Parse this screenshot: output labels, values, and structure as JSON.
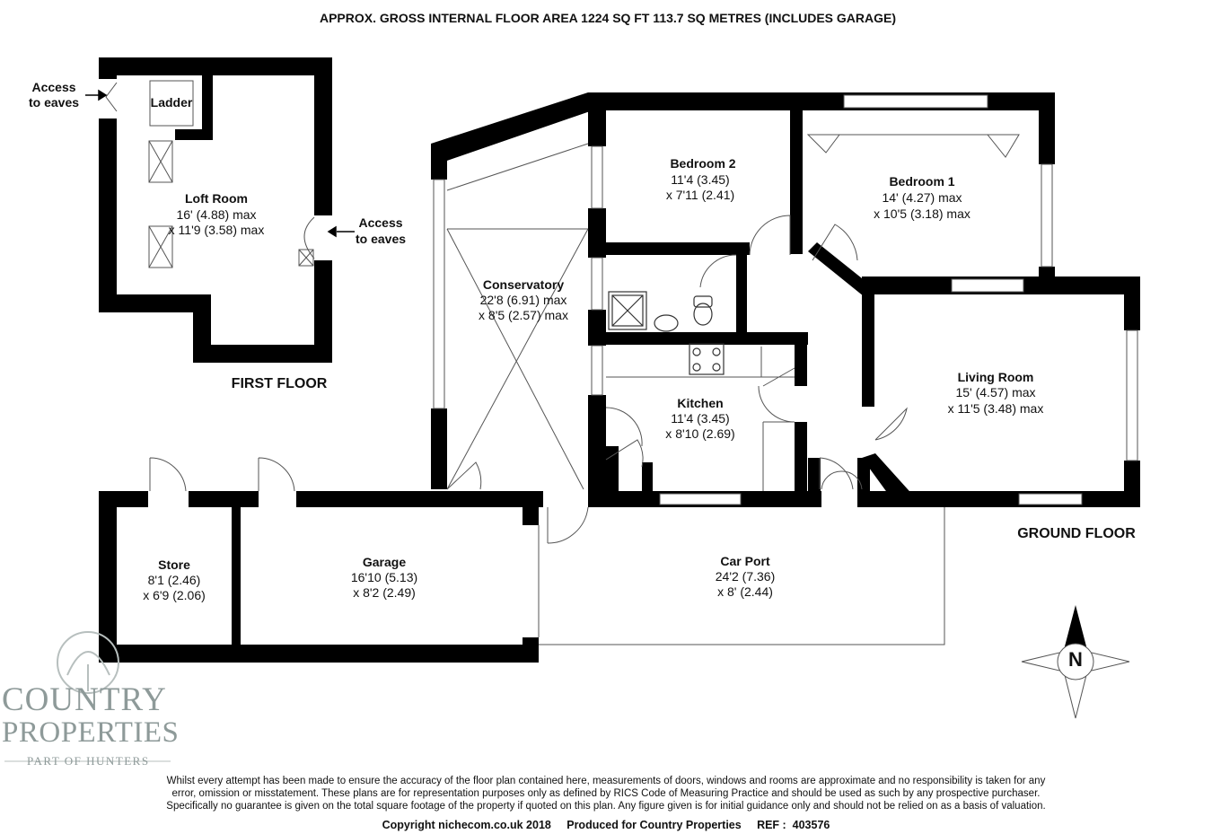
{
  "header": {
    "area_text": "APPROX. GROSS INTERNAL FLOOR AREA 1224 SQ FT 113.7 SQ METRES (INCLUDES GARAGE)"
  },
  "floors": {
    "first": "FIRST FLOOR",
    "ground": "GROUND FLOOR"
  },
  "rooms": {
    "loft": {
      "name": "Loft Room",
      "dim1": "16' (4.88) max",
      "dim2": "x 11'9 (3.58) max"
    },
    "ladder": {
      "name": "Ladder"
    },
    "bedroom2": {
      "name": "Bedroom 2",
      "dim1": "11'4 (3.45)",
      "dim2": "x 7'11 (2.41)"
    },
    "bedroom1": {
      "name": "Bedroom 1",
      "dim1": "14' (4.27) max",
      "dim2": "x 10'5 (3.18) max"
    },
    "conservatory": {
      "name": "Conservatory",
      "dim1": "22'8 (6.91) max",
      "dim2": "x 8'5 (2.57) max"
    },
    "kitchen": {
      "name": "Kitchen",
      "dim1": "11'4 (3.45)",
      "dim2": "x 8'10 (2.69)"
    },
    "living": {
      "name": "Living Room",
      "dim1": "15' (4.57) max",
      "dim2": "x 11'5 (3.48) max"
    },
    "store": {
      "name": "Store",
      "dim1": "8'1 (2.46)",
      "dim2": "x 6'9 (2.06)"
    },
    "garage": {
      "name": "Garage",
      "dim1": "16'10 (5.13)",
      "dim2": "x 8'2 (2.49)"
    },
    "carport": {
      "name": "Car Port",
      "dim1": "24'2 (7.36)",
      "dim2": "x 8' (2.44)"
    }
  },
  "annotations": {
    "eaves_left_1": "Access",
    "eaves_left_2": "to eaves",
    "eaves_right_1": "Access",
    "eaves_right_2": "to eaves"
  },
  "compass": {
    "label": "N",
    "icon": "compass-rose-icon"
  },
  "logo": {
    "line1": "COUNTRY",
    "line2": "PROPERTIES",
    "line3": "PART OF HUNTERS",
    "color": "#8e9a99"
  },
  "disclaimer": {
    "line1": "Whilst every attempt has been made to ensure the accuracy of the floor plan contained here, measurements of doors, windows and rooms are approximate and no responsibility is taken for any",
    "line2": "error, omission or misstatement. These plans are for representation purposes only as defined by RICS Code of Measuring Practice and should be used as such by any prospective purchaser.",
    "line3": "Specifically no guarantee is given on the total square footage of the property if quoted on this plan. Any figure given is for initial guidance only and should not be relied on as a basis of valuation."
  },
  "footer": {
    "copyright": "Copyright nichecom.co.uk 2018     Produced for Country Properties     REF :  403576"
  },
  "colors": {
    "wall": "#000000",
    "thin": "#555555",
    "background": "#ffffff"
  }
}
